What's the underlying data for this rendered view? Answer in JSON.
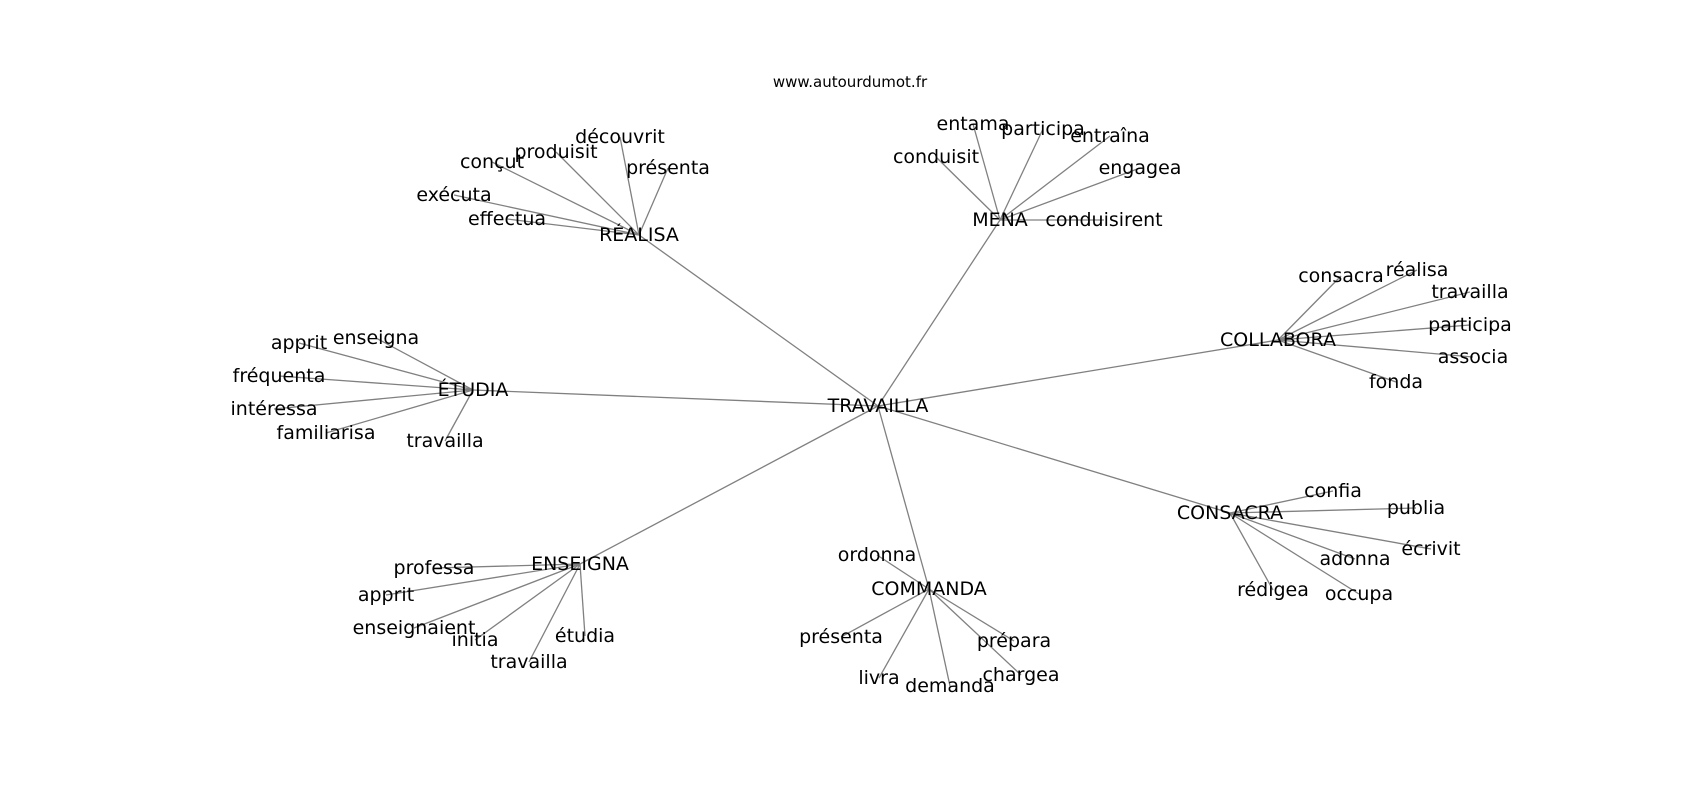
{
  "source": "www.autourdumot.fr",
  "graph": {
    "center": "TRAVAILLA",
    "groups": [
      {
        "hub": "RÉALISA",
        "leaves": [
          "découvrit",
          "produisit",
          "conçut",
          "présenta",
          "exécuta",
          "effectua"
        ]
      },
      {
        "hub": "MENA",
        "leaves": [
          "entama",
          "participa",
          "entraîna",
          "conduisit",
          "engagea",
          "conduisirent"
        ]
      },
      {
        "hub": "COLLABORA",
        "leaves": [
          "consacra",
          "réalisa",
          "travailla",
          "participa",
          "associa",
          "fonda"
        ]
      },
      {
        "hub": "ÉTUDIA",
        "leaves": [
          "apprit",
          "enseigna",
          "fréquenta",
          "intéressa",
          "familiarisa",
          "travailla"
        ]
      },
      {
        "hub": "CONSACRA",
        "leaves": [
          "confia",
          "publia",
          "écrivit",
          "adonna",
          "rédigea",
          "occupa"
        ]
      },
      {
        "hub": "ENSEIGNA",
        "leaves": [
          "professa",
          "apprit",
          "enseignaient",
          "initia",
          "étudia",
          "travailla"
        ]
      },
      {
        "hub": "COMMANDA",
        "leaves": [
          "ordonna",
          "présenta",
          "prépara",
          "livra",
          "demanda",
          "chargea"
        ]
      }
    ]
  }
}
